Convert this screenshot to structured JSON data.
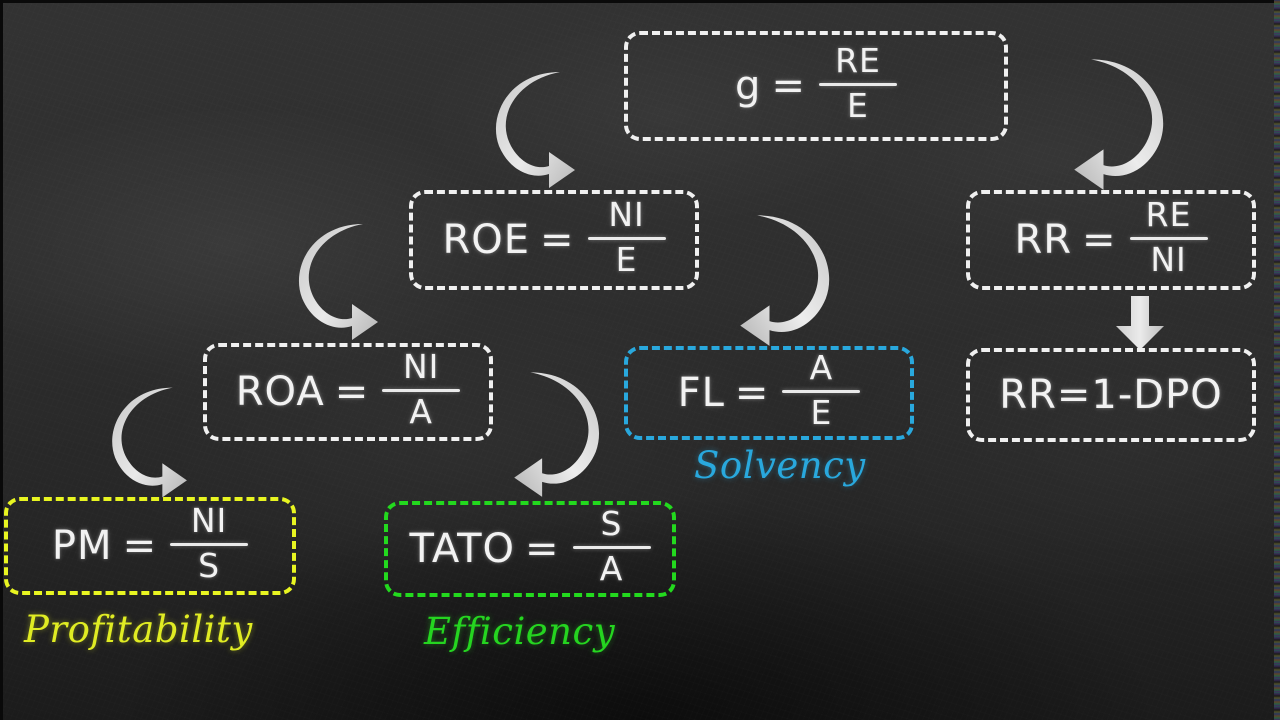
{
  "board": {
    "background_color": "#2d2d2d",
    "chalk_color": "#f2f2f2"
  },
  "palette": {
    "white": "#f0f0f0",
    "yellow": "#e8f521",
    "green": "#23d91e",
    "blue": "#29a8dd"
  },
  "formulas": [
    {
      "id": "growth",
      "lhs": "g",
      "eqsign": "=",
      "numerator": "RE",
      "denominator": "E",
      "border_color": "#f0f0f0",
      "accent": "white"
    },
    {
      "id": "roe",
      "lhs": "ROE",
      "eqsign": "=",
      "numerator": "NI",
      "denominator": "E",
      "border_color": "#f0f0f0",
      "accent": "white"
    },
    {
      "id": "rr-ratio",
      "lhs": "RR",
      "eqsign": "=",
      "numerator": "RE",
      "denominator": "NI",
      "border_color": "#f0f0f0",
      "accent": "white"
    },
    {
      "id": "roa",
      "lhs": "ROA",
      "eqsign": "=",
      "numerator": "NI",
      "denominator": "A",
      "border_color": "#f0f0f0",
      "accent": "white"
    },
    {
      "id": "fl",
      "lhs": "FL",
      "eqsign": "=",
      "numerator": "A",
      "denominator": "E",
      "border_color": "#29a8dd",
      "accent": "blue",
      "caption": "Solvency"
    },
    {
      "id": "rr-payout",
      "text": "RR=1-DPO",
      "border_color": "#f0f0f0",
      "accent": "white"
    },
    {
      "id": "pm",
      "lhs": "PM",
      "eqsign": "=",
      "numerator": "NI",
      "denominator": "S",
      "border_color": "#e8f521",
      "accent": "yellow",
      "caption": "Profitability"
    },
    {
      "id": "tato",
      "lhs": "TATO",
      "eqsign": "=",
      "numerator": "S",
      "denominator": "A",
      "border_color": "#23d91e",
      "accent": "green",
      "caption": "Efficiency"
    }
  ],
  "captions": {
    "solvency": "Solvency",
    "profitability": "Profitability",
    "efficiency": "Efficiency"
  },
  "arrows": [
    {
      "id": "g-to-roe",
      "type": "curved-left",
      "direction": "down-right"
    },
    {
      "id": "g-to-rr",
      "type": "curved-right",
      "direction": "down-left"
    },
    {
      "id": "roe-to-roa",
      "type": "curved-left",
      "direction": "down-right"
    },
    {
      "id": "roe-to-fl",
      "type": "curved-right",
      "direction": "down-left"
    },
    {
      "id": "roa-to-pm",
      "type": "curved-left",
      "direction": "down-right"
    },
    {
      "id": "roa-to-tato",
      "type": "curved-right",
      "direction": "down-left"
    },
    {
      "id": "rr-to-payout",
      "type": "straight",
      "direction": "down"
    }
  ]
}
